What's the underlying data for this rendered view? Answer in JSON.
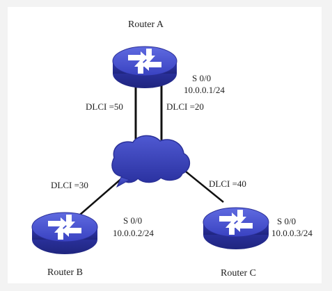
{
  "colors": {
    "background": "#f3f3f3",
    "panel": "#ffffff",
    "router_top": "#3f49c6",
    "router_side": "#2a2f96",
    "cloud": "#3a43b7",
    "link": "#111111"
  },
  "routers": {
    "a": {
      "name": "Router A",
      "interface": "S  0/0",
      "ip": "10.0.0.1/24",
      "icon": "router-icon"
    },
    "b": {
      "name": "Router B",
      "interface": "S  0/0",
      "ip": "10.0.0.2/24",
      "icon": "router-icon"
    },
    "c": {
      "name": "Router C",
      "interface": "S  0/0",
      "ip": "10.0.0.3/24",
      "icon": "router-icon"
    }
  },
  "cloud": {
    "icon": "frame-relay-cloud-icon"
  },
  "links": {
    "a_left_dlci": "DLCI =50",
    "a_right_dlci": "DLCI =20",
    "b_dlci": "DLCI =30",
    "c_dlci": "DLCI =40"
  }
}
